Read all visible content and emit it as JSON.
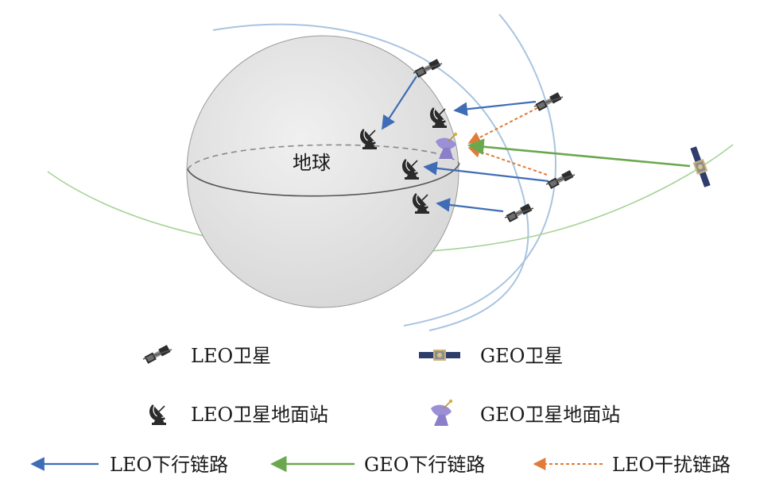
{
  "earth_label": "地球",
  "legend": {
    "leo_satellite": "LEO卫星",
    "geo_satellite": "GEO卫星",
    "leo_ground_station": "LEO卫星地面站",
    "geo_ground_station": "GEO卫星地面站",
    "leo_downlink": "LEO下行链路",
    "geo_downlink": "GEO下行链路",
    "leo_interference": "LEO干扰链路"
  },
  "colors": {
    "leo_link": "#3f6db5",
    "geo_link": "#6aa84f",
    "interference": "#e07b39",
    "geo_station": "#9b8fd6",
    "orbit_leo": "#a9c4e0",
    "orbit_geo": "#a7d398",
    "earth_fill": "#e3e3e3"
  }
}
